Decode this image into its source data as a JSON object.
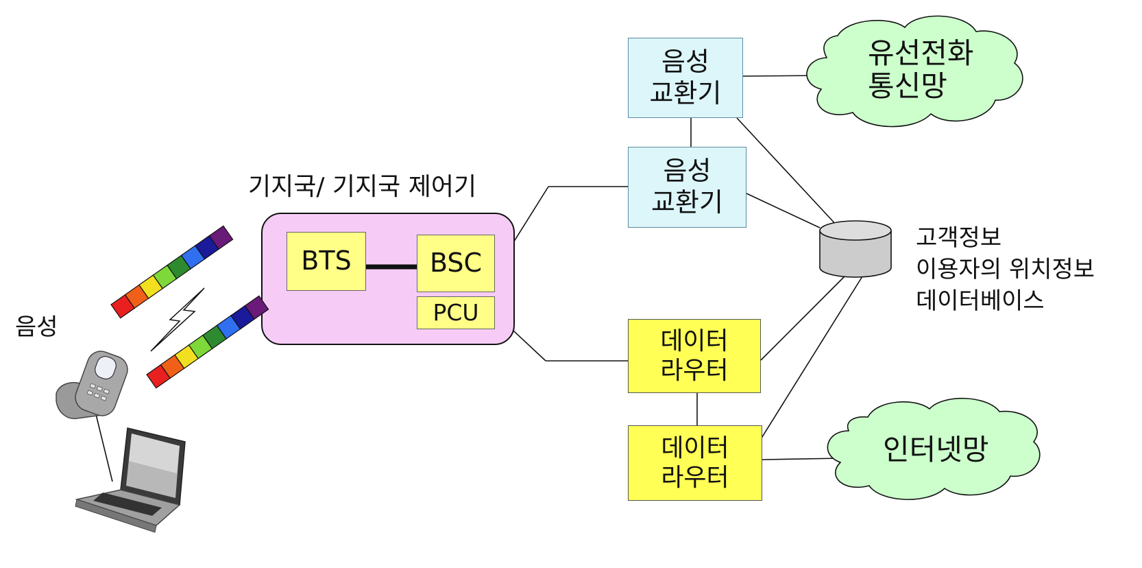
{
  "diagram": {
    "left_voice_label": "음성",
    "bts_bsc_title": "기지국/ 기지국 제어기",
    "bts_label": "BTS",
    "bsc_label": "BSC",
    "pcu_label": "PCU",
    "voice_switch_1": "음성\n교환기",
    "voice_switch_2": "음성\n교환기",
    "data_router_1": "데이터\n라우터",
    "data_router_2": "데이터\n라우터",
    "pstn_cloud": "유선전화\n통신망",
    "internet_cloud": "인터넷망",
    "database_label_1": "고객정보",
    "database_label_2": "이용자의 위치정보",
    "database_label_3": "데이터베이스",
    "signal_bar_colors": [
      "#e82020",
      "#f06018",
      "#f2e020",
      "#7ed83a",
      "#2e8a2e",
      "#2f6ff0",
      "#1a1a9a",
      "#6a1a78"
    ],
    "colors": {
      "bss_fill": "#f6ccf6",
      "switch_fill": "#dcf6fa",
      "router_fill": "#ffff55",
      "cloud_fill": "#ccffcc"
    }
  }
}
